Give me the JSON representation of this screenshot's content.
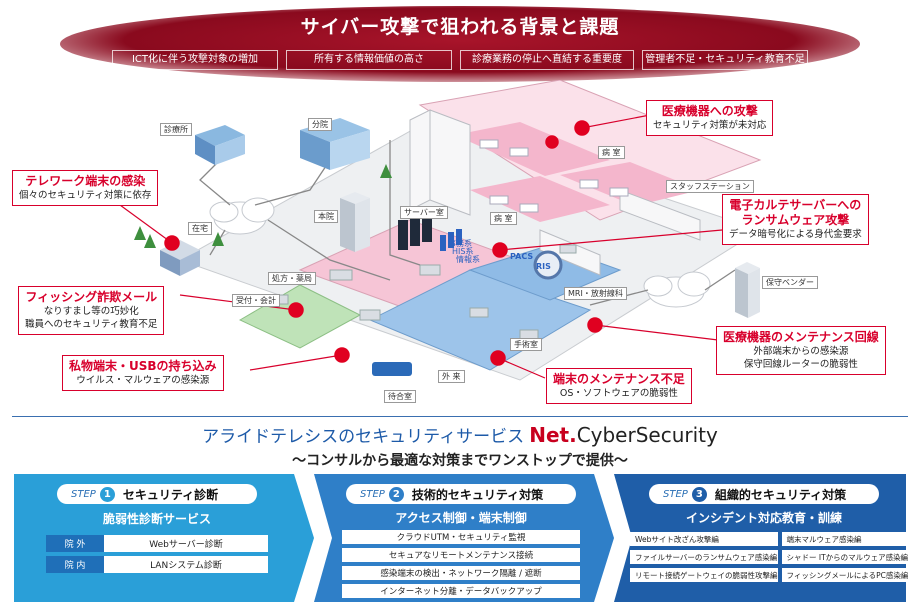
{
  "banner": {
    "title": "サイバー攻撃で狙われる背景と課題",
    "tags": [
      "ICT化に伴う攻撃対象の増加",
      "所有する情報価値の高さ",
      "診療業務の停止へ直結する重要度",
      "管理者不足・セキュリティ教育不足"
    ]
  },
  "places": {
    "clinic": "診療所",
    "branch": "分院",
    "home": "在宅",
    "hospital": "本院",
    "server_room": "サーバー室",
    "ward1": "病 室",
    "ward2": "病 室",
    "staff_station": "スタッフステーション",
    "pharmacy": "処方・薬局",
    "reception": "受付・会計",
    "mri": "MRI・放射線科",
    "surgery": "手術室",
    "outpatient": "外 来",
    "waiting": "待合室",
    "vendor": "保守ベンダー"
  },
  "systems": {
    "s1": "事務系",
    "s2": "HIS系",
    "s3": "情報系",
    "pacs": "PACS",
    "ris": "RIS"
  },
  "callouts": {
    "medical_device": {
      "title": "医療機器への攻撃",
      "sub": "セキュリティ対策が未対応"
    },
    "telework": {
      "title": "テレワーク端末の感染",
      "sub": "個々のセキュリティ対策に依存"
    },
    "ehr": {
      "title1": "電子カルテサーバーへの",
      "title2": "ランサムウェア攻撃",
      "sub": "データ暗号化による身代金要求"
    },
    "phishing": {
      "title": "フィッシング詐欺メール",
      "sub1": "なりすまし等の巧妙化",
      "sub2": "職員へのセキュリティ教育不足"
    },
    "usb": {
      "title": "私物端末・USBの持ち込み",
      "sub": "ウイルス・マルウェアの感染源"
    },
    "maintenance_line": {
      "title": "医療機器のメンテナンス回線",
      "sub1": "外部端末からの感染源",
      "sub2": "保守回線ルーターの脆弱性"
    },
    "terminal": {
      "title": "端末のメンテナンス不足",
      "sub": "OS・ソフトウェアの脆弱性"
    }
  },
  "service": {
    "title_a": "アライドテレシスのセキュリティサービス",
    "title_b": "Net.",
    "title_c": "CyberSecurity",
    "subtitle": "〜コンサルから最適な対策までワンストップで提供〜"
  },
  "steps": [
    {
      "step": "STEP",
      "num": "1",
      "name": "セキュリティ診断",
      "sub": "脆弱性診断サービス",
      "rows": [
        {
          "k": "院 外",
          "v": "Webサーバー診断"
        },
        {
          "k": "院 内",
          "v": "LANシステム診断"
        }
      ]
    },
    {
      "step": "STEP",
      "num": "2",
      "name": "技術的セキュリティ対策",
      "sub": "アクセス制御・端末制御",
      "items": [
        "クラウドUTM・セキュリティ監視",
        "セキュアなリモートメンテナンス接続",
        "感染端末の検出・ネットワーク隔離 / 遮断",
        "インターネット分離・データバックアップ"
      ]
    },
    {
      "step": "STEP",
      "num": "3",
      "name": "組織的セキュリティ対策",
      "sub": "インシデント対応教育・訓練",
      "items": [
        "Webサイト改ざん攻撃編",
        "端末マルウェア感染編",
        "ファイルサーバーのランサムウェア感染編",
        "シャドー ITからのマルウェア感染編",
        "リモート接続ゲートウェイの脆弱性攻撃編",
        "フィッシングメールによるPC感染編"
      ]
    }
  ],
  "colors": {
    "accent_red": "#d8002c",
    "banner_dark": "#8a0a1e",
    "step1": "#2a9fd8",
    "step2": "#2f7fc8",
    "step3": "#1f5ea8",
    "pink_floor": "#f4b6cc",
    "blue_floor": "#8fbbe6",
    "green_floor": "#bfe3b8"
  }
}
